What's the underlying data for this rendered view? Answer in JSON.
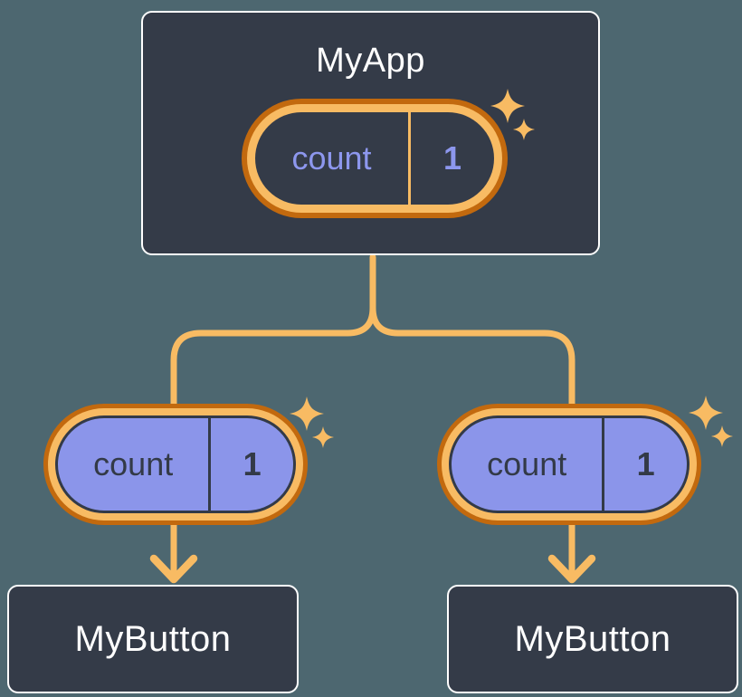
{
  "colors": {
    "background": "#4D6770",
    "node_fill": "#343B48",
    "node_border": "#FFFFFF",
    "node_text": "#FFFFFF",
    "ring_outer": "#C2690E",
    "ring_inner": "#F8BB63",
    "child_pill_fill": "#8B95EA",
    "child_pill_text": "#333A47",
    "root_pill_text": "#8D97EE",
    "connector": "#F8BB63",
    "sparkle": "#F8BB63"
  },
  "root_node": {
    "title": "MyApp",
    "state": {
      "name": "count",
      "value": "1"
    }
  },
  "child_nodes": [
    {
      "title": "MyButton",
      "state": {
        "name": "count",
        "value": "1"
      }
    },
    {
      "title": "MyButton",
      "state": {
        "name": "count",
        "value": "1"
      }
    }
  ]
}
